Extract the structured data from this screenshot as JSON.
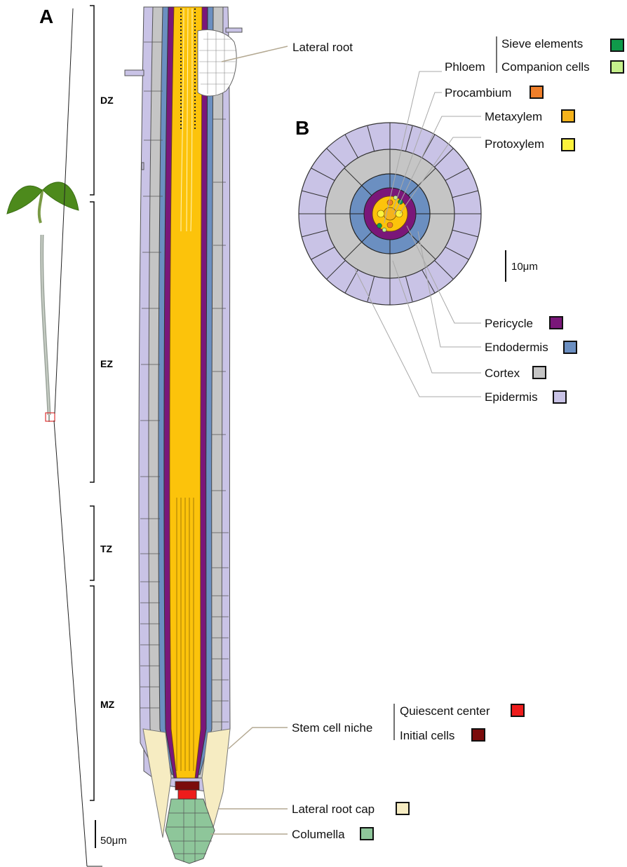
{
  "panels": {
    "a": "A",
    "b": "B"
  },
  "zones": {
    "dz": "DZ",
    "ez": "EZ",
    "tz": "TZ",
    "mz": "MZ"
  },
  "scale_bars": {
    "a": "50μm",
    "b": "10μm"
  },
  "labels": {
    "lateral_root": "Lateral root",
    "phloem": "Phloem",
    "sieve_elements": "Sieve elements",
    "companion_cells": "Companion cells",
    "procambium": "Procambium",
    "metaxylem": "Metaxylem",
    "protoxylem": "Protoxylem",
    "pericycle": "Pericycle",
    "endodermis": "Endodermis",
    "cortex": "Cortex",
    "epidermis": "Epidermis",
    "stem_cell_niche": "Stem cell niche",
    "quiescent_center": "Quiescent center",
    "initial_cells": "Initial cells",
    "lateral_root_cap": "Lateral root cap",
    "columella": "Columella"
  },
  "colors": {
    "sieve_elements": "#0f9a4a",
    "companion_cells": "#c6f08c",
    "procambium": "#f07f2a",
    "metaxylem": "#f5b31c",
    "protoxylem": "#fdf23d",
    "pericycle": "#7a1779",
    "endodermis": "#6b8fc1",
    "cortex": "#c5c5c5",
    "epidermis": "#c9c3e6",
    "quiescent_center": "#ee1c1c",
    "initial_cells": "#7b0c0c",
    "lateral_root_cap": "#f6ecc2",
    "columella": "#8ec69a",
    "stele": "#fcc30b"
  }
}
